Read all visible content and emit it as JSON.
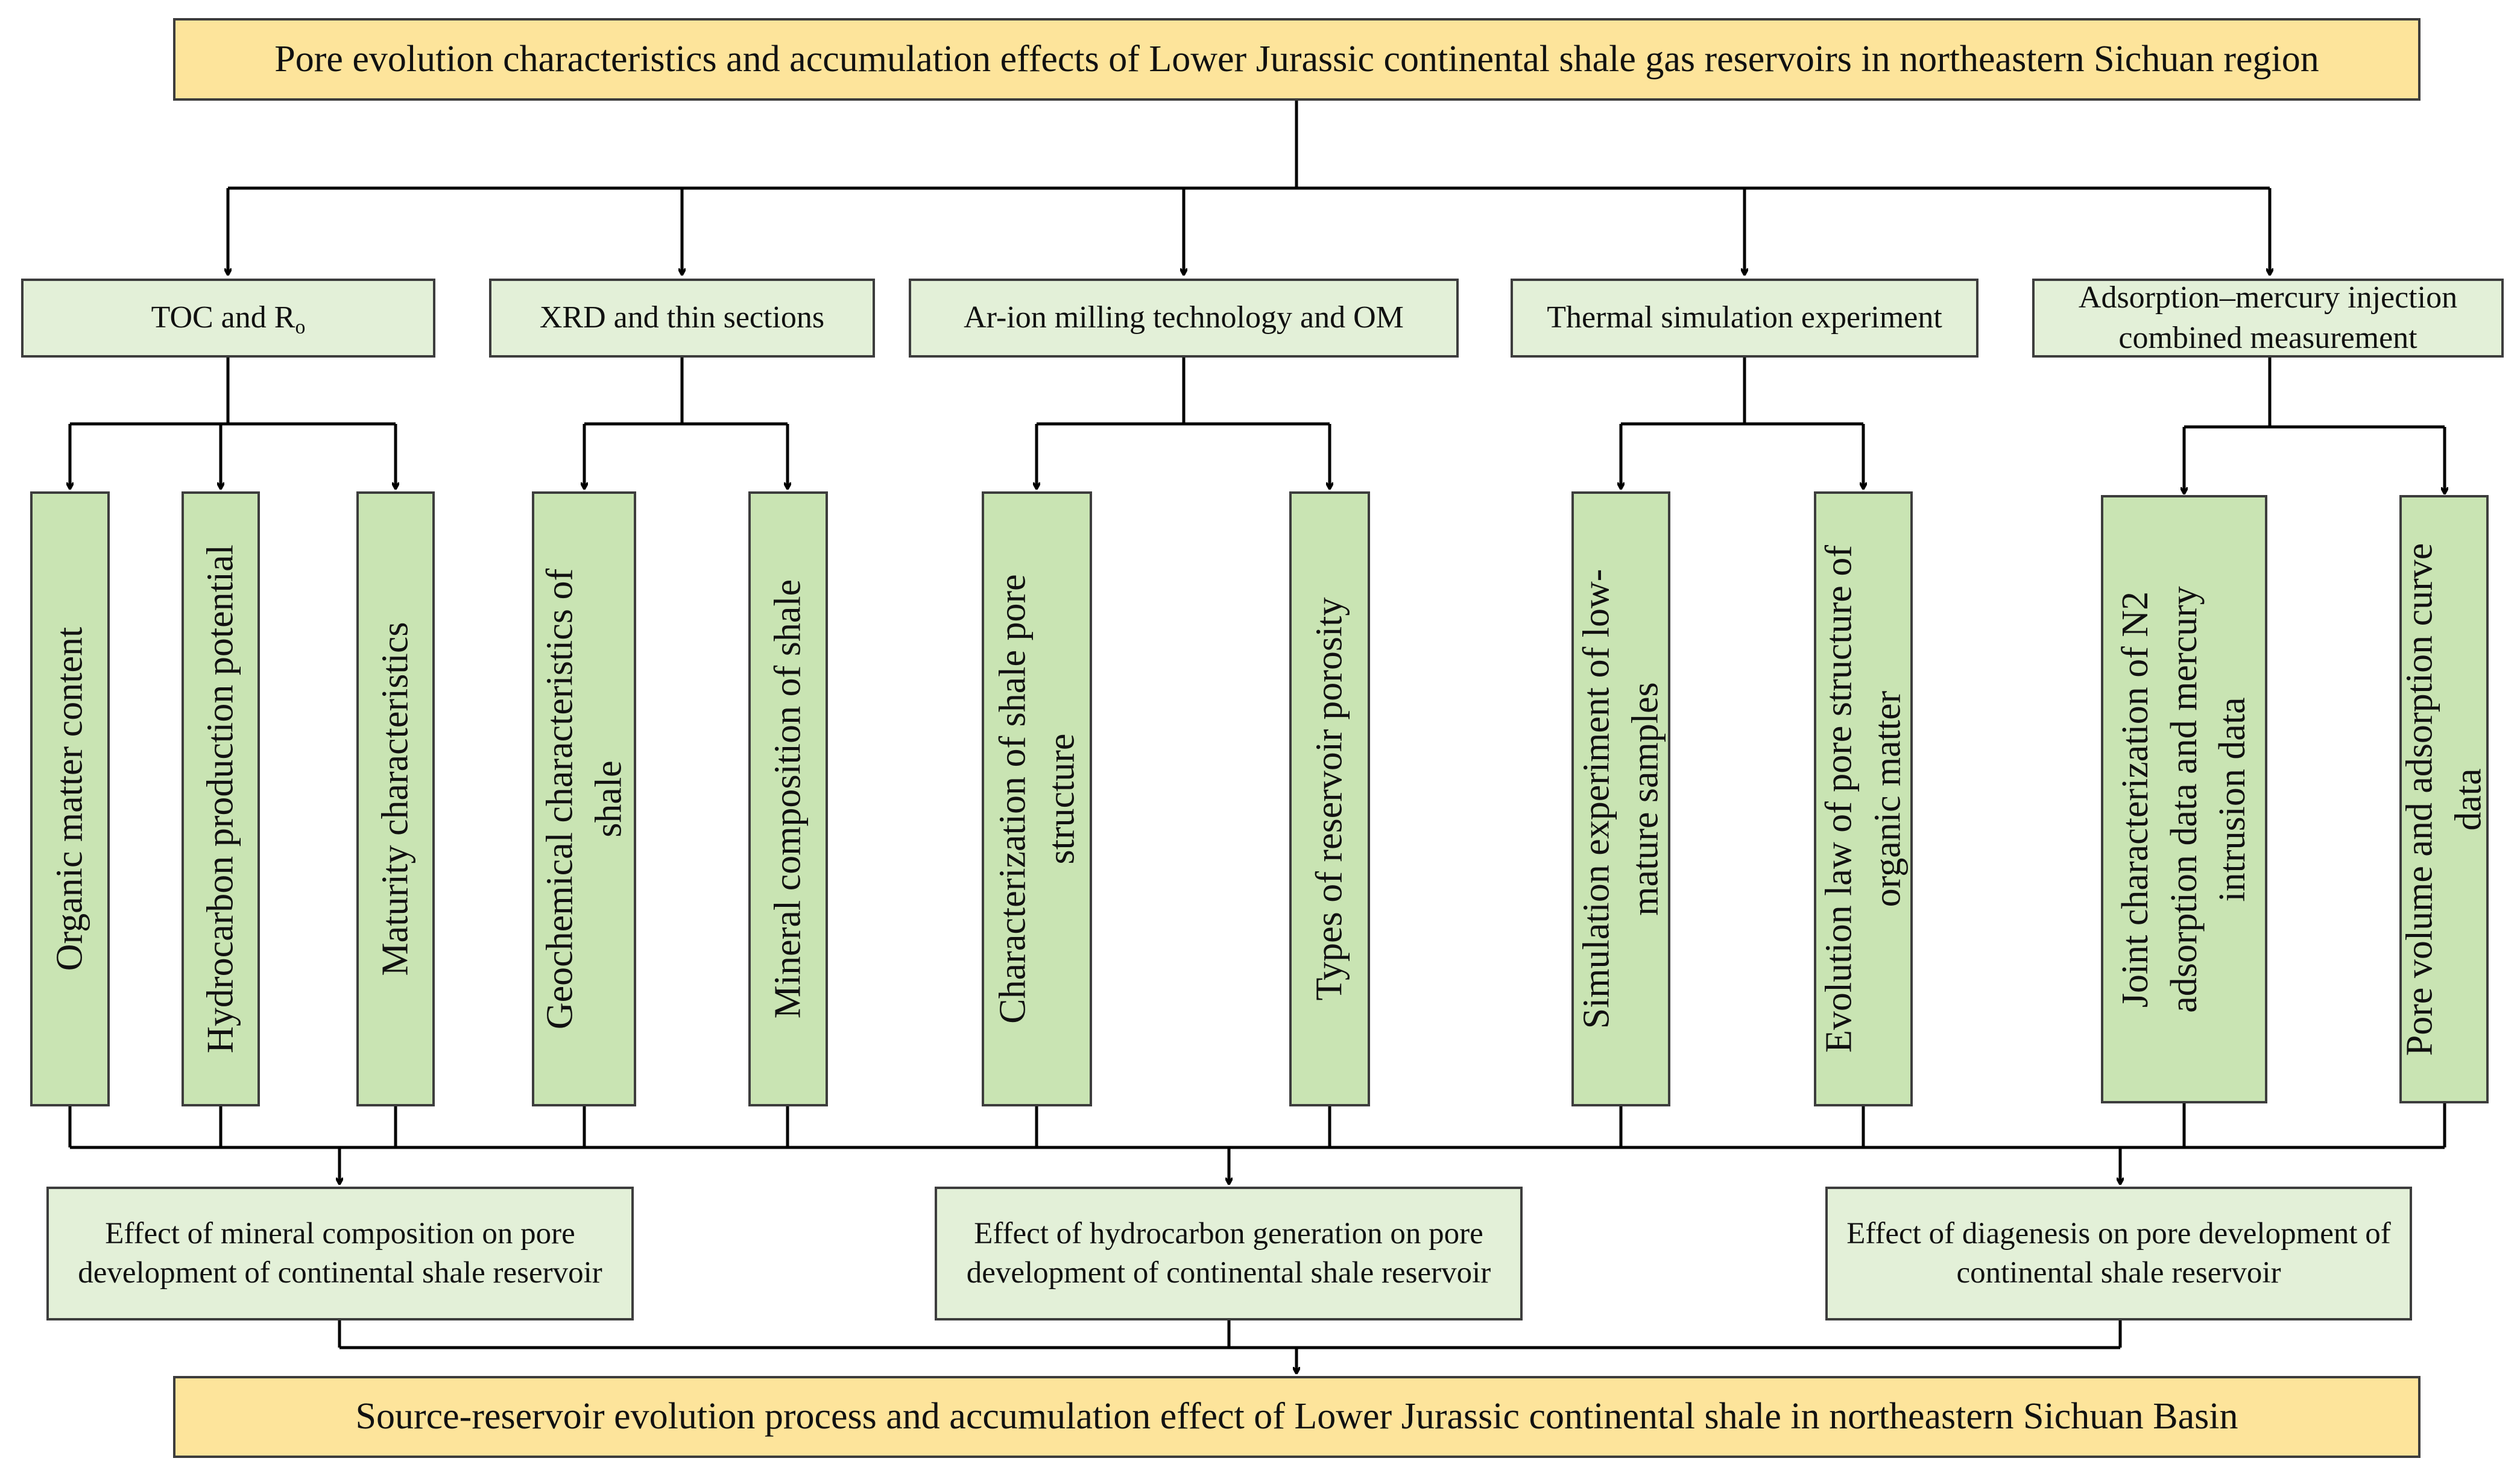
{
  "top_title": "Pore evolution characteristics and accumulation effects of Lower Jurassic continental shale gas reservoirs in northeastern Sichuan region",
  "methods": [
    {
      "label_main": "TOC and R",
      "label_sub": "o"
    },
    {
      "label_main": "XRD and thin sections"
    },
    {
      "label_main": "Ar-ion milling technology  and OM"
    },
    {
      "label_main": "Thermal simulation experiment"
    },
    {
      "label_main": "Adsorption–mercury injection combined measurement"
    }
  ],
  "leaves": [
    "Organic matter content",
    "Hydrocarbon production potential",
    "Maturity characteristics",
    "Geochemical characteristics of shale",
    "Mineral composition of shale",
    "Characterization of shale pore structure",
    "Types of reservoir porosity",
    "Simulation experiment of low-mature samples",
    "Evolution law of pore structure of organic matter",
    "Joint characterization of N2 adsorption data and mercury intrusion data",
    "Pore volume and adsorption curve data"
  ],
  "effects": [
    "Effect of mineral composition on pore development of continental shale reservoir",
    "Effect of hydrocarbon generation on pore development of continental shale reservoir",
    "Effect of diagenesis on pore development of continental shale reservoir"
  ],
  "bottom_title": "Source-reservoir evolution process and accumulation effect of Lower Jurassic continental shale in northeastern Sichuan Basin",
  "colors": {
    "title_fill": "#fde49b",
    "method_fill": "#e3f0d8",
    "leaf_fill": "#c9e4b3",
    "effect_fill": "#e3f0d8",
    "line": "#000000"
  }
}
